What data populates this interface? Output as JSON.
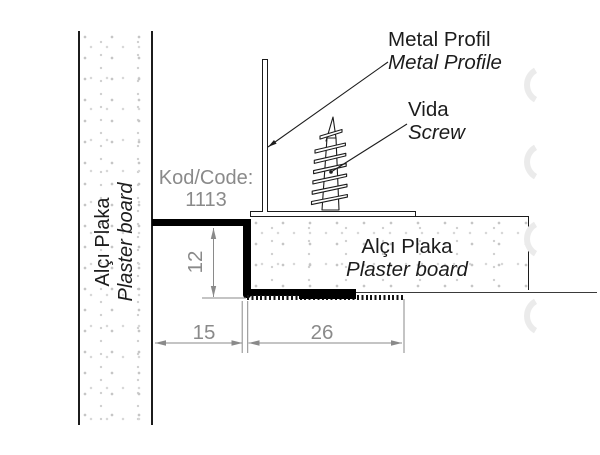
{
  "diagram": {
    "labels": {
      "metal_profile": {
        "line1": "Metal Profil",
        "line2": "Metal Profile"
      },
      "screw": {
        "line1": "Vida",
        "line2": "Screw"
      },
      "wall_board": {
        "line1": "Alçı Plaka",
        "line2": "Plaster board"
      },
      "ceiling_board": {
        "line1": "Alçı Plaka",
        "line2": "Plaster board"
      },
      "code": {
        "label": "Kod/Code:",
        "value": "1113"
      }
    },
    "dimensions": {
      "profile_height": "12",
      "top_flange_width": "15",
      "bottom_flange_width": "26"
    },
    "colors": {
      "line": "#1c1c1c",
      "profile_fill": "#000000",
      "dimension_gray": "#8a8a8a",
      "watermark": "#ebebeb"
    }
  }
}
